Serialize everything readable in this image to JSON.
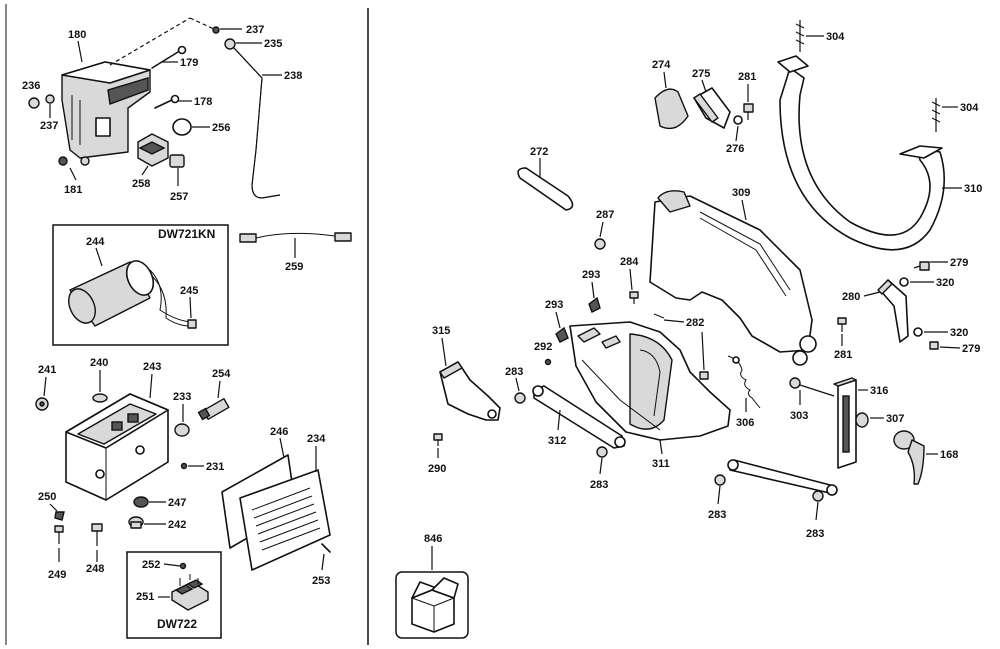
{
  "boxes": {
    "dw721kn": "DW721KN",
    "dw722": "DW722"
  },
  "parts": {
    "p180": "180",
    "p179": "179",
    "p178": "178",
    "p236": "236",
    "p237a": "237",
    "p237b": "237",
    "p235": "235",
    "p238": "238",
    "p256": "256",
    "p181": "181",
    "p258": "258",
    "p257": "257",
    "p244": "244",
    "p245": "245",
    "p259": "259",
    "p241": "241",
    "p240": "240",
    "p243": "243",
    "p254": "254",
    "p233": "233",
    "p231": "231",
    "p246": "246",
    "p234": "234",
    "p250": "250",
    "p247": "247",
    "p242": "242",
    "p249": "249",
    "p248": "248",
    "p253": "253",
    "p252": "252",
    "p251": "251",
    "p304a": "304",
    "p304b": "304",
    "p274": "274",
    "p275": "275",
    "p281a": "281",
    "p276": "276",
    "p310": "310",
    "p272": "272",
    "p309": "309",
    "p287": "287",
    "p284": "284",
    "p293a": "293",
    "p279a": "279",
    "p280": "280",
    "p320a": "320",
    "p320b": "320",
    "p279b": "279",
    "p281b": "281",
    "p315": "315",
    "p293b": "293",
    "p282": "282",
    "p292": "292",
    "p283a": "283",
    "p306": "306",
    "p303": "303",
    "p316": "316",
    "p307": "307",
    "p312": "312",
    "p311": "311",
    "p290": "290",
    "p283b": "283",
    "p168": "168",
    "p283c": "283",
    "p283d": "283",
    "p846": "846"
  }
}
